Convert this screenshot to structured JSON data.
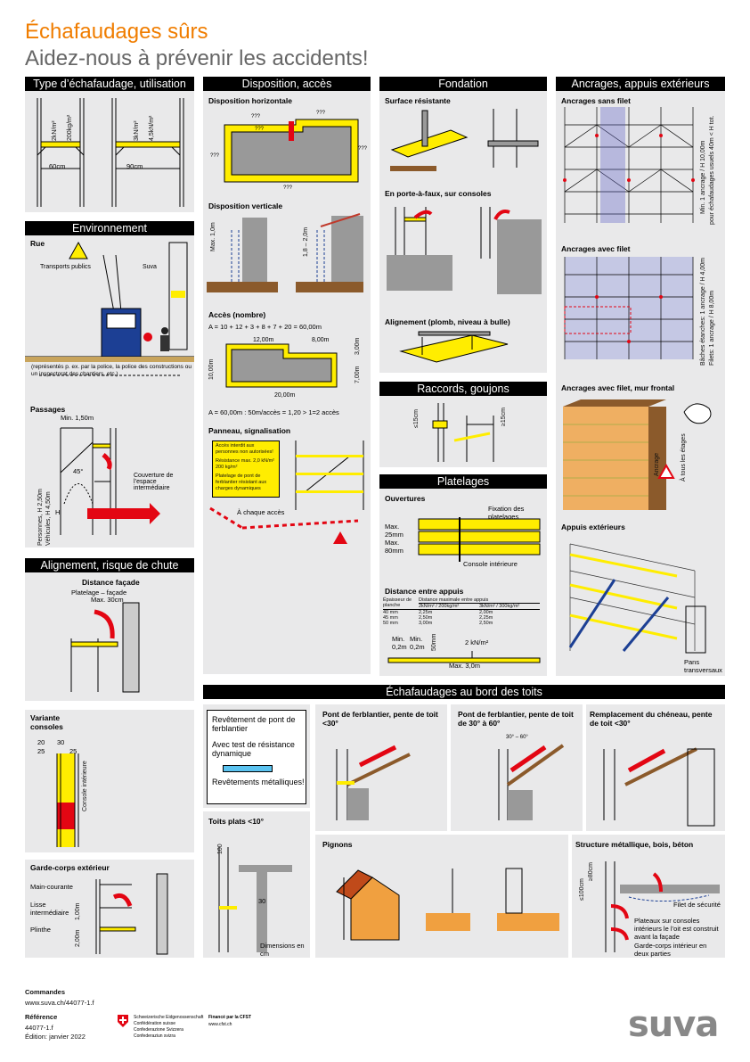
{
  "title": "Échafaudages sûrs",
  "subtitle": "Aidez-nous à prévenir les accidents!",
  "sections": {
    "type": {
      "header": "Type d’échafaudage, utilisation",
      "dims": {
        "w1": "60cm",
        "w2": "90cm",
        "l1a": "2kN/m²",
        "l1b": "200kg/m²",
        "l2a": "3kN/m²",
        "l2b": "4,5kN/m²"
      }
    },
    "environnement": {
      "header": "Environnement",
      "rue": "Rue",
      "transports": "Transports publics",
      "suva": "Suva",
      "note": "(représentés p. ex. par la police, la police des constructions ou un inspectorat des chantiers, etc.)",
      "passages": "Passages",
      "min150": "Min. 1,50m",
      "angle": "45°",
      "couverture": "Couverture de l’espace intermédiaire",
      "personnes": "Personnes, H 2,50m",
      "vehicules": "Véhicules, H 4,50m",
      "h": "H"
    },
    "alignement": {
      "header": "Alignement, risque de chute",
      "distance": "Distance façade",
      "platelage": "Platelage – façade",
      "max30": "Max. 30cm",
      "variante": "Variante consoles",
      "d20": "20",
      "d30": "30",
      "d25a": "25",
      "d25b": "25",
      "console": "Console intérieure",
      "garde": "Garde-corps extérieur",
      "main": "Main-courante",
      "lisse": "Lisse intermédiaire",
      "plinthe": "Plinthe",
      "h100": "1,00m",
      "h200": "2,00m"
    },
    "disposition": {
      "header": "Disposition, accès",
      "horizontale": "Disposition horizontale",
      "q": "???",
      "verticale": "Disposition verticale",
      "max10": "Max. 1,0m",
      "h1820": "1,8 – 2,0m",
      "acces": "Accès (nombre)",
      "formula": "A = 10 + 12 + 3 + 8 + 7 + 20 = 60,00m",
      "d1200": "12,00m",
      "d800": "8,00m",
      "d300": "3,00m",
      "d1000": "10,00m",
      "d700": "7,00m",
      "d2000": "20,00m",
      "result": "A = 60,00m : 50m/accès = 1,20 > 1=2 accès",
      "panneau": "Panneau, signalisation",
      "sign_lines": [
        "Accès interdit aux personnes non autorisées!",
        "Résistance max. 2,0 kN/m² 200 kg/m²",
        "Platelage de pont de ferblantier résistant aux charges dynamiques"
      ],
      "chaque": "À chaque accès"
    },
    "fondation": {
      "header": "Fondation",
      "surface": "Surface résistante",
      "porte": "En porte-à-faux, sur consoles",
      "aplomb": "Alignement (plomb, niveau à bulle)"
    },
    "raccords": {
      "header": "Raccords, goujons",
      "d15a": "≤15cm",
      "d15b": "≥15cm"
    },
    "platelages": {
      "header": "Platelages",
      "ouvertures": "Ouvertures",
      "fixation": "Fixation des platelages",
      "max25": "Max. 25mm",
      "max80": "Max. 80mm",
      "console": "Console intérieure",
      "distance": "Distance entre appuis",
      "table_head": [
        "Épaisseur de planche",
        "Distance maximale entre appuis",
        "2kN/m² / 200kg/m²",
        "3kN/m² / 300kg/m²"
      ],
      "rows": [
        [
          "40 mm",
          "2,25m",
          "2,00m"
        ],
        [
          "45 mm",
          "2,50m",
          "2,25m"
        ],
        [
          "50 mm",
          "3,00m",
          "2,50m"
        ]
      ],
      "min02a": "Min. 0,2m",
      "min02b": "Min. 0,2m",
      "d50": "50mm",
      "kn": "2 kN/m²",
      "max30": "Max. 3,0m"
    },
    "ancrages": {
      "header": "Ancrages, appuis extérieurs",
      "sans": "Ancrages sans filet",
      "sans_v1": "Min. 1 ancrage / H 10,00m",
      "sans_v2": "pour échafaudages usuels 40m < H tot.",
      "avec": "Ancrages avec filet",
      "avec_v1": "Bâches étanches: 1 ancrage / H 4,00m",
      "avec_v2": "Filets: 1 ancrage / H 8,00m",
      "frontal": "Ancrages avec filet, mur frontal",
      "ancrage": "Ancrage",
      "etages": "À tous les étages",
      "appuis": "Appuis extérieurs",
      "pans": "Pans transversaux"
    },
    "toits": {
      "header": "Échafaudages au bord des toits",
      "revetement": "Revêtement de pont de ferblantier",
      "avec_test": "Avec test de résistance dynamique",
      "metalliques": "Revêtements métalliques!",
      "plats": "Toits plats <10°",
      "d100": "100",
      "d30": "30",
      "dimensions": "Dimensions en cm",
      "pont1": "Pont de ferblantier, pente de toit <30°",
      "pont2": "Pont de ferblantier, pente de toit de 30° à 60°",
      "angle2": "30° – 60°",
      "remplacement": "Remplacement du chéneau, pente de toit <30°",
      "pignons": "Pignons",
      "structure": "Structure métallique, bois, béton",
      "h100": "≤100cm",
      "h80": "≥80cm",
      "filet": "Filet de sécurité",
      "plateaux": "Plateaux sur consoles intérieurs le l’oit est construit avant la façade",
      "garde": "Garde-corps intérieur en deux parties"
    }
  },
  "footer": {
    "commandes": "Commandes",
    "url": "www.suva.ch/44077-1.f",
    "reference": "Référence",
    "ref_num": "44077-1.f",
    "edition": "Édition: janvier 2022",
    "confed": [
      "Schweizerische Eidgenossenschaft",
      "Confédération suisse",
      "Confederazione Svizzera",
      "Confederaziun svizra"
    ],
    "cfst1": "Financé par la CFST",
    "cfst2": "www.cfst.ch",
    "logo": "suva"
  }
}
